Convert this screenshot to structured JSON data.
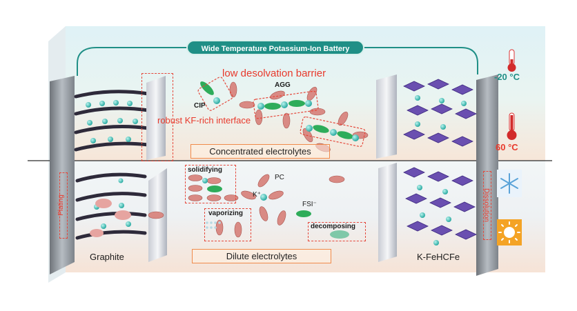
{
  "title": "Wide Temperature Potassium-Ion Battery",
  "temps": {
    "cold": "-20 °C",
    "hot": "60 °C"
  },
  "top": {
    "barrier": "low desolvation barrier",
    "agg": "AGG",
    "cip": "CIP",
    "interface": "robust KF-rich interface",
    "electrolyte": "Concentrated electrolytes"
  },
  "bottom": {
    "solidifying": "solidifying",
    "pc": "PC",
    "k": "K⁺",
    "fsi": "FSI⁻",
    "vaporizing": "vaporizing",
    "decomposing": "decomposing",
    "electrolyte": "Dilute electrolytes",
    "left_side": "Plating",
    "right_side": "Dissolution"
  },
  "electrodes": {
    "anode": "Graphite",
    "cathode": "K-FeHCFe"
  },
  "icons": [
    "thermometer-cold-icon",
    "thermometer-hot-icon",
    "snowflake-icon",
    "sun-icon"
  ],
  "colors": {
    "accent": "#1f8f86",
    "red": "#e8392b",
    "ion": "#29b8b0",
    "solvent": "#d98a84"
  }
}
